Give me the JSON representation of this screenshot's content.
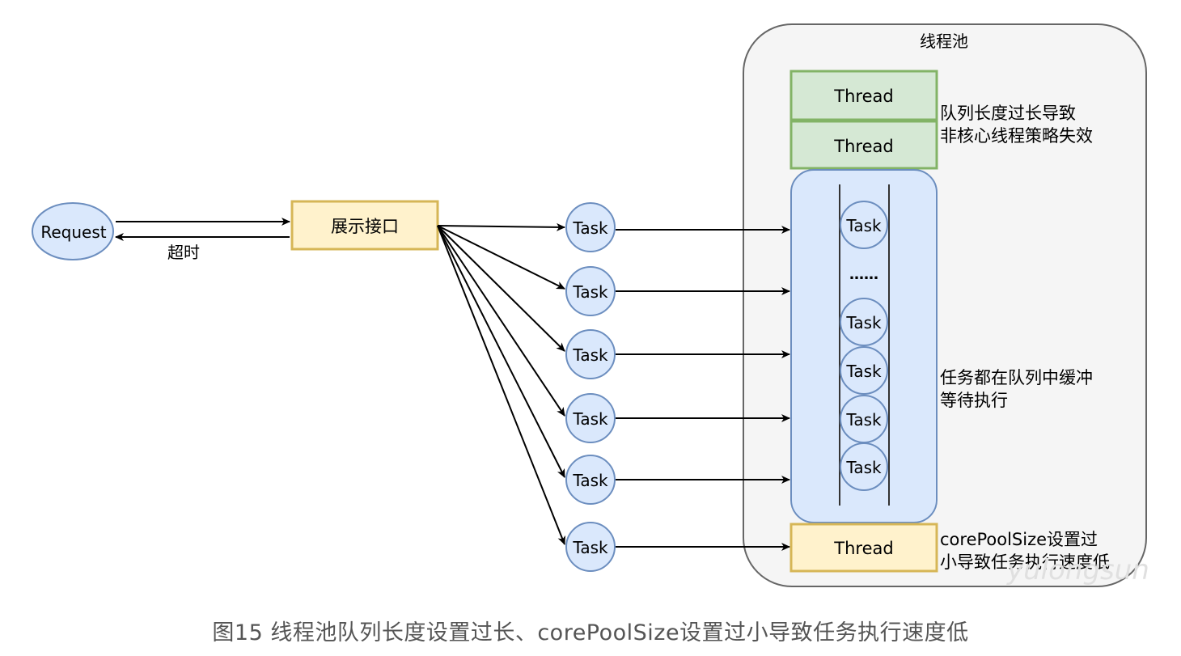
{
  "pool": {
    "title": "线程池"
  },
  "request": {
    "label": "Request"
  },
  "timeout": {
    "label": "超时"
  },
  "api": {
    "label": "展示接口"
  },
  "threads": {
    "top1": "Thread",
    "top2": "Thread",
    "bottom": "Thread"
  },
  "tasks": [
    "Task",
    "Task",
    "Task",
    "Task",
    "Task",
    "Task"
  ],
  "queue": {
    "items": [
      "Task",
      "Task",
      "Task",
      "Task",
      "Task"
    ],
    "ellipsis": "……"
  },
  "annotations": {
    "top": [
      "队列长度过长导致",
      "非核心线程策略失效"
    ],
    "middle": [
      "任务都在队列中缓冲",
      "等待执行"
    ],
    "bottom": [
      "corePoolSize设置过",
      "小导致任务执行速度低"
    ]
  },
  "watermark": "yulongsun",
  "caption": "图15 线程池队列长度设置过长、corePoolSize设置过小导致任务执行速度低",
  "colors": {
    "thread_green": "#d5e8d4",
    "thread_green_border": "#82b366",
    "api_yellow": "#fff2cc",
    "api_yellow_border": "#d6b656",
    "task_blue": "#dae8fc",
    "task_blue_border": "#6c8ebf",
    "pool_bg": "#f5f5f5",
    "pool_border": "#666666"
  }
}
